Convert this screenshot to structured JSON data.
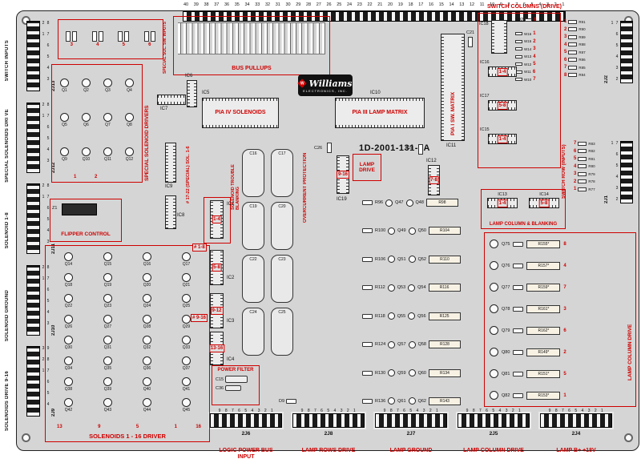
{
  "board": {
    "title": "1D-2001-131-2A"
  },
  "logo": {
    "brand": "Williams",
    "sub": "ELECTRONICS, INC.",
    "monogram": "W"
  },
  "top": {
    "pins": [
      "40",
      "39",
      "38",
      "37",
      "36",
      "35",
      "34",
      "33",
      "32",
      "31",
      "30",
      "29",
      "28",
      "27",
      "26",
      "25",
      "24",
      "23",
      "22",
      "21",
      "20",
      "19",
      "18",
      "17",
      "16",
      "15",
      "14",
      "13",
      "12",
      "11",
      "10",
      "9",
      "8",
      "7",
      "6",
      "5",
      "4",
      "3",
      "2",
      "1"
    ]
  },
  "left_margin": {
    "labels": [
      "SWITCH INPUTS",
      "SPECIAL SOLENOIDS DRI VE",
      "SOLENOID 1-8",
      "SOLENOID GROUND",
      "SOLENOIDS DRIVE 9-16"
    ]
  },
  "left_connectors": [
    {
      "id": "2J13",
      "pins": "8 7 6 5 4 3 2 1"
    },
    {
      "id": "2J12",
      "pins": "8 7 6 5 4 3 2 1"
    },
    {
      "id": "2J11",
      "pins": "8 7 6 5 4 3 2 1"
    },
    {
      "id": "2J10",
      "pins": "8 7 6 5 4 3 2 1"
    },
    {
      "id": "2J9",
      "pins": "9 8 7 6 5 4 3 2 1"
    }
  ],
  "right_connectors": [
    {
      "id": "2J2",
      "pins": "7 6 5 4 3 2 1"
    },
    {
      "id": "2J1",
      "pins": "7 6 5 4 3 2 1"
    }
  ],
  "bottom_connectors": [
    {
      "id": "2J6",
      "pins": "9 8 7 6 5 4 3 2 1",
      "label": "LOGIC POWER BUS INPUT"
    },
    {
      "id": "2J8",
      "pins": "9 8 7 6 5 4 3 2 1",
      "label": "LAMP ROWS DRIVE"
    },
    {
      "id": "2J7",
      "pins": "9 8 7 6 5 4 3 2 1",
      "label": "LAMP GROUND"
    },
    {
      "id": "2J5",
      "pins": "9 8 7 6 5 4 3 2 1",
      "label": "LAMP COLUMN DRIVE"
    },
    {
      "id": "2J4",
      "pins": "9 8 7 6 5 4 3 2 1",
      "label": "LAMP B+ +18V"
    }
  ],
  "sections": {
    "switch_columns_title": "SWITCH COLUMNS (DRIVE)",
    "bus_pullups": "BUS PULLUPS",
    "special_sol_sw_inputs": "SPECIAL SOL. SW. INPUTS",
    "special_solenoid_drivers": "SPECIAL SOLENOID DRIVERS",
    "flipper_control": "FLIPPER CONTROL",
    "solenoids_driver": "SOLENOIDS 1 - 16 DRIVER",
    "solenoid_trouble_blanking": "SOLENOID TROUBLE BLANKING",
    "special_17_22": "# 17-22 (SPECIAL) SOL. 1-6",
    "overcurrent": "OVERCURRENT PROTECTION",
    "lamp_drive": "LAMP DRIVE",
    "lamp_column_blanking": "LAMP COLUMN & BLANKING",
    "lamp_column_drive": "LAMP COLUMN DRIVE",
    "switch_row_inputs": "SWITCH ROW (INPUTS)",
    "power_filter": "POWER FILTER",
    "pia4": "PIA IV SOLENOIDS",
    "pia3": "PIA III LAMP MATRIX",
    "pia1": "PIA I SW. MATRIX"
  },
  "ics": {
    "ic1": "IC1",
    "ic2": "IC2",
    "ic3": "IC3",
    "ic4": "IC4",
    "ic5": "IC5",
    "ic6": "IC6",
    "ic7": "IC7",
    "ic8": "IC8",
    "ic9": "IC9",
    "ic10": "IC10",
    "ic11": "IC11",
    "ic12": "IC12",
    "ic13": "IC13",
    "ic14": "IC14",
    "ic15": "IC15",
    "ic16": "IC16",
    "ic17": "IC17",
    "ic18": "IC18",
    "ic19": "IC19",
    "z1": "Z1",
    "c21": "C21",
    "c26": "C26",
    "c28": "C28",
    "c15": "C15",
    "c36": "C36",
    "d9": "D9",
    "r92": "R92"
  },
  "tags": {
    "ic1": "1-4",
    "ic2": "5-8",
    "ic3": "9-12",
    "ic4": "13-16",
    "grp1": "# 1-8",
    "grp2": "# 9-16",
    "ic12": "7-8",
    "ic19": "9-16",
    "ic13": "1-4",
    "ic14": "5-8",
    "ic16": "1-4",
    "ic17": "5-8",
    "ic15": "1-4",
    "sw8": "8"
  },
  "special_inputs": {
    "numbers": [
      "3",
      "4",
      "5",
      "6"
    ]
  },
  "special_drivers": {
    "transistors": [
      "Q1",
      "Q2",
      "Q3",
      "Q4",
      "Q5",
      "Q6",
      "Q7",
      "Q8",
      "Q9",
      "Q10",
      "Q11",
      "Q12"
    ],
    "numbers": [
      "1",
      "2"
    ]
  },
  "solenoid_driver": {
    "transistors": [
      "Q14",
      "Q15",
      "Q16",
      "Q17",
      "Q18",
      "Q19",
      "Q20",
      "Q21",
      "Q22",
      "Q23",
      "Q24",
      "Q25",
      "Q26",
      "Q27",
      "Q28",
      "Q29",
      "Q30",
      "Q31",
      "Q32",
      "Q33",
      "Q34",
      "Q35",
      "Q36",
      "Q37",
      "Q38",
      "Q39",
      "Q40",
      "Q41",
      "Q42",
      "Q43",
      "Q44",
      "Q45"
    ],
    "numbers": [
      "13",
      "9",
      "5",
      "1"
    ],
    "corner_number": "16"
  },
  "capacitors": {
    "large": [
      "C16",
      "C17",
      "C19",
      "C20",
      "C22",
      "C23",
      "C24",
      "C25"
    ]
  },
  "lamp_rows": {
    "rows": [
      {
        "r": "R96",
        "q1": "Q47",
        "q2": "Q48",
        "big": "R98"
      },
      {
        "r": "R100",
        "q1": "Q49",
        "q2": "Q50",
        "big": "R104"
      },
      {
        "r": "R106",
        "q1": "Q51",
        "q2": "Q52",
        "big": "R110"
      },
      {
        "r": "R112",
        "q1": "Q53",
        "q2": "Q54",
        "big": "R116"
      },
      {
        "r": "R118",
        "q1": "Q55",
        "q2": "Q56",
        "big": "R125"
      },
      {
        "r": "R124",
        "q1": "Q57",
        "q2": "Q58",
        "big": "R128"
      },
      {
        "r": "R130",
        "q1": "Q59",
        "q2": "Q60",
        "big": "R134"
      },
      {
        "r": "R136",
        "q1": "Q61",
        "q2": "Q62",
        "big": "R143"
      }
    ]
  },
  "lamp_columns": {
    "rows": [
      {
        "q": "Q75",
        "r": "R155*",
        "n": "8"
      },
      {
        "q": "Q76",
        "r": "R157*",
        "n": "4"
      },
      {
        "q": "Q77",
        "r": "R159*",
        "n": "7"
      },
      {
        "q": "Q78",
        "r": "R161*",
        "n": "3"
      },
      {
        "q": "Q79",
        "r": "R162*",
        "n": "6"
      },
      {
        "q": "Q80",
        "r": "R149*",
        "n": "2"
      },
      {
        "q": "Q81",
        "r": "R151*",
        "n": "5"
      },
      {
        "q": "Q82",
        "r": "R153*",
        "n": "1"
      }
    ]
  },
  "switch_columns": {
    "jumpers": [
      {
        "w": "W16",
        "n": "1"
      },
      {
        "w": "W15",
        "n": "2"
      },
      {
        "w": "W14",
        "n": "3"
      },
      {
        "w": "W13",
        "n": "4"
      },
      {
        "w": "W12",
        "n": "5"
      },
      {
        "w": "W11",
        "n": "6"
      },
      {
        "w": "W10",
        "n": "7"
      }
    ],
    "resistors": [
      {
        "n": "1",
        "r": "R91"
      },
      {
        "n": "2",
        "r": "R90"
      },
      {
        "n": "3",
        "r": "R89"
      },
      {
        "n": "4",
        "r": "R88"
      },
      {
        "n": "5",
        "r": "R87"
      },
      {
        "n": "6",
        "r": "R86"
      },
      {
        "n": "7",
        "r": "R85"
      },
      {
        "n": "8",
        "r": "R84"
      }
    ]
  },
  "switch_rows": {
    "resistors": [
      {
        "n": "7",
        "r": "R83"
      },
      {
        "n": "6",
        "r": "R82"
      },
      {
        "n": "5",
        "r": "R81"
      },
      {
        "n": "4",
        "r": "R80"
      },
      {
        "n": "3",
        "r": "R79"
      },
      {
        "n": "2",
        "r": "R78"
      },
      {
        "n": "1",
        "r": "R77"
      }
    ]
  }
}
